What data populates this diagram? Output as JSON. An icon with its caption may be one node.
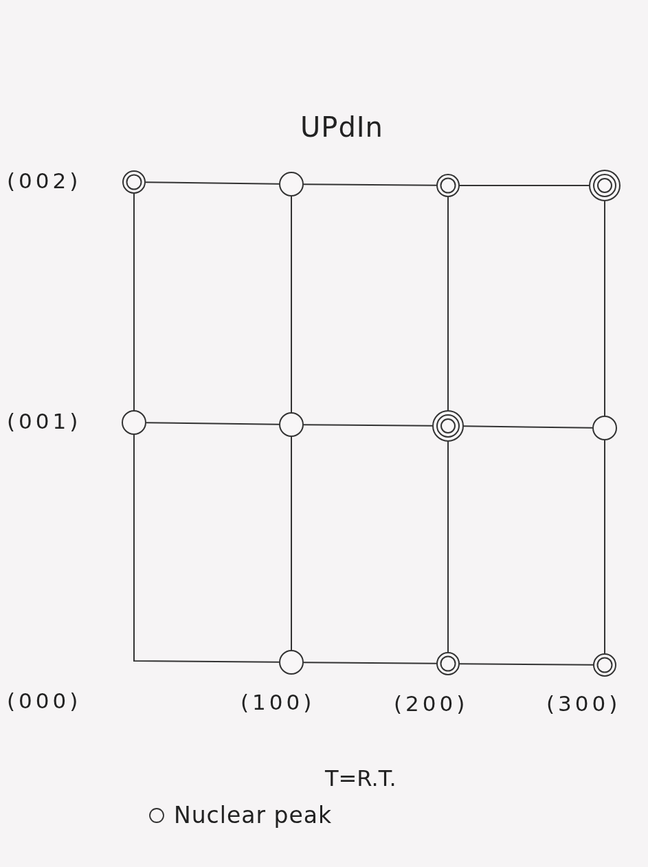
{
  "diagram": {
    "title": "UPdIn",
    "nodes": [
      {
        "text": [],
        "shape": "circle"
      },
      {
        "text": [],
        "shape": "circle"
      },
      {
        "text": [],
        "shape": "circle"
      },
      {
        "text": [],
        "shape": "circle"
      },
      {
        "text": [],
        "shape": "circle"
      },
      {
        "text": [],
        "shape": "circle"
      },
      {
        "text": [],
        "shape": "circle"
      },
      {
        "text": [],
        "shape": "circle"
      },
      {
        "text": [],
        "shape": "circle"
      },
      {
        "text": [],
        "shape": "circle"
      },
      {
        "text": [],
        "shape": "circle"
      }
    ],
    "edges": [
      {
        "from": 0,
        "to": 1,
        "arrow": "none"
      },
      {
        "from": 1,
        "to": 2,
        "arrow": "none"
      },
      {
        "from": 2,
        "to": 3,
        "arrow": "none"
      },
      {
        "from": 4,
        "to": 5,
        "arrow": "none"
      },
      {
        "from": 5,
        "to": 6,
        "arrow": "none"
      },
      {
        "from": 6,
        "to": 7,
        "arrow": "none"
      },
      {
        "from": 8,
        "to": 9,
        "arrow": "none"
      },
      {
        "from": 9,
        "to": 10,
        "arrow": "none"
      },
      {
        "from": 0,
        "to": 4,
        "arrow": "none"
      },
      {
        "from": 1,
        "to": 5,
        "arrow": "none"
      },
      {
        "from": 2,
        "to": 6,
        "arrow": "none"
      },
      {
        "from": 3,
        "to": 7,
        "arrow": "none"
      },
      {
        "from": 4,
        "to": 8,
        "arrow": "none"
      },
      {
        "from": 5,
        "to": 8,
        "arrow": "none"
      },
      {
        "from": 6,
        "to": 9,
        "arrow": "none"
      },
      {
        "from": 7,
        "to": 10,
        "arrow": "none"
      }
    ],
    "labels": [
      "(002)",
      "(001)",
      "(000)",
      "(100)",
      "(200)",
      "(300)",
      "T=R.T."
    ],
    "legend": [
      {
        "text": "Nuclear peak"
      }
    ]
  }
}
